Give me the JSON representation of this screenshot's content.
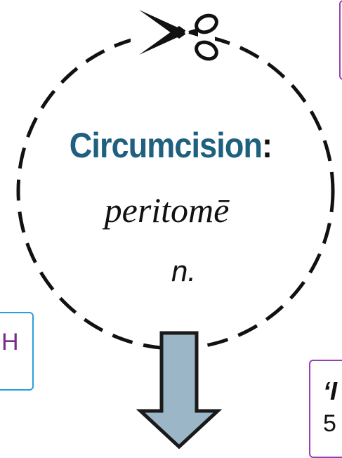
{
  "diagram": {
    "term": "Circumcision",
    "colon": ":",
    "transliteration": "peritomē",
    "part_of_speech": "n.",
    "left_box_text": "H",
    "right_box_fragment_1": "‘I",
    "right_box_fragment_2": "5"
  },
  "colors": {
    "term": "#1f5f7f",
    "arrow_fill": "#9bb7c7",
    "arrow_stroke": "#1a1a1a",
    "purple_border": "#9a3fb0",
    "blue_border": "#2a9fd8"
  },
  "icons": [
    "scissors-icon",
    "down-arrow-icon"
  ]
}
